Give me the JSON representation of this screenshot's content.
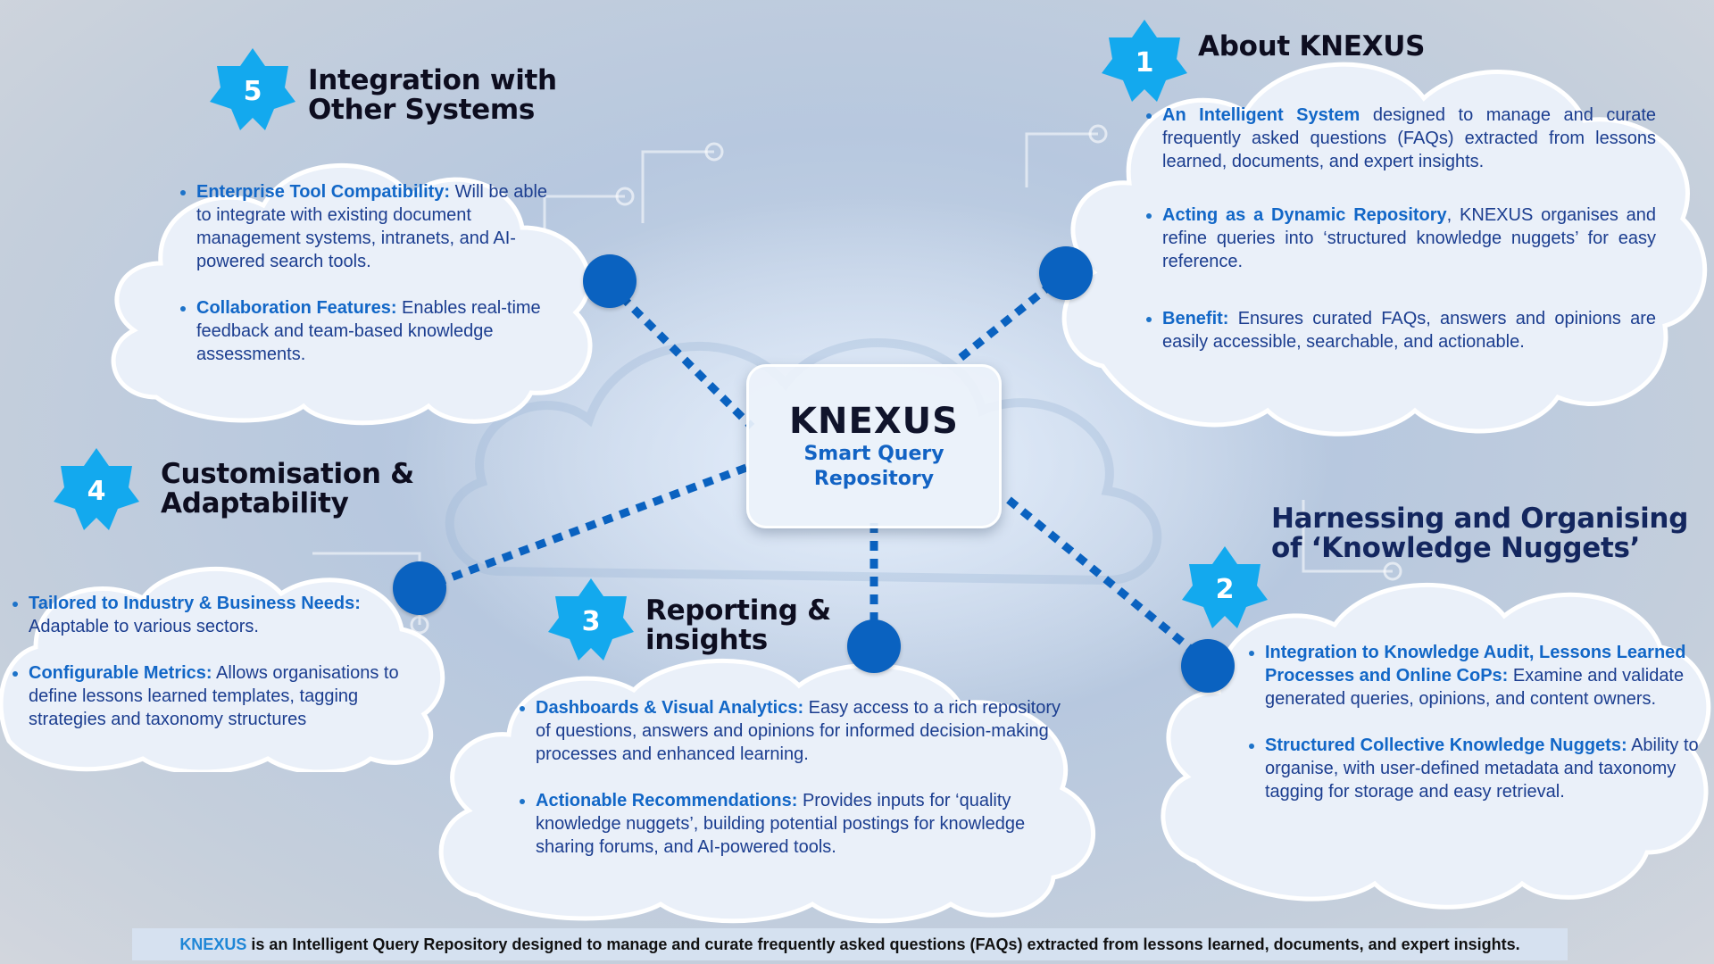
{
  "center": {
    "title": "KNEXUS",
    "subtitle_line1": "Smart Query",
    "subtitle_line2": "Repository"
  },
  "sections": {
    "s1": {
      "number": "1",
      "title": "About KNEXUS",
      "bullets": [
        {
          "lead": "An Intelligent System",
          "text": " designed to manage and curate frequently asked questions (FAQs) extracted from lessons learned, documents, and expert insights."
        },
        {
          "lead": "Acting as a Dynamic Repository",
          "text": ", KNEXUS organises and refine queries into ‘structured knowledge nuggets’ for easy reference."
        },
        {
          "lead": "Benefit:",
          "text": "  Ensures curated FAQs, answers and opinions are easily accessible, searchable, and actionable."
        }
      ]
    },
    "s2": {
      "number": "2",
      "title_line1": "Harnessing and Organising",
      "title_line2": "of ‘Knowledge Nuggets’",
      "bullets": [
        {
          "lead": "Integration to Knowledge Audit, Lessons Learned Processes and Online CoPs:",
          "text": " Examine and validate generated queries, opinions, and content owners."
        },
        {
          "lead": "Structured Collective Knowledge Nuggets:",
          "text": " Ability to organise, with user-defined metadata and taxonomy tagging for storage and easy retrieval."
        }
      ]
    },
    "s3": {
      "number": "3",
      "title_line1": "Reporting &",
      "title_line2": "insights",
      "bullets": [
        {
          "lead": "Dashboards & Visual Analytics:",
          "text": " Easy access  to a rich repository of questions, answers and opinions for informed decision-making processes and enhanced learning."
        },
        {
          "lead": "Actionable Recommendations:",
          "text": " Provides inputs for ‘quality knowledge nuggets’, building potential postings for knowledge sharing forums, and AI-powered tools."
        }
      ]
    },
    "s4": {
      "number": "4",
      "title_line1": "Customisation &",
      "title_line2": "Adaptability",
      "bullets": [
        {
          "lead": "Tailored to Industry & Business Needs:",
          "text": " Adaptable to various sectors."
        },
        {
          "lead": "Configurable Metrics:",
          "text": " Allows organisations to define lessons learned templates, tagging strategies and taxonomy structures"
        }
      ]
    },
    "s5": {
      "number": "5",
      "title_line1": "Integration with",
      "title_line2": "Other Systems",
      "bullets": [
        {
          "lead": "Enterprise Tool Compatibility:",
          "text": " Will be able to  integrate with existing document management systems, intranets, and AI-powered search tools."
        },
        {
          "lead": "Collaboration Features:",
          "text": " Enables real-time feedback and team-based knowledge assessments."
        }
      ]
    }
  },
  "footer": {
    "brand": "KNEXUS",
    "text": " is an Intelligent Query Repository designed to manage and curate frequently asked questions (FAQs) extracted from lessons learned, documents, and expert insights."
  },
  "colors": {
    "accent": "#0a62c0",
    "badge": "#13a9ee",
    "highlight_text": "#1267c7",
    "body_text": "#1b3d8f",
    "footer_brand": "#1e86d6"
  }
}
